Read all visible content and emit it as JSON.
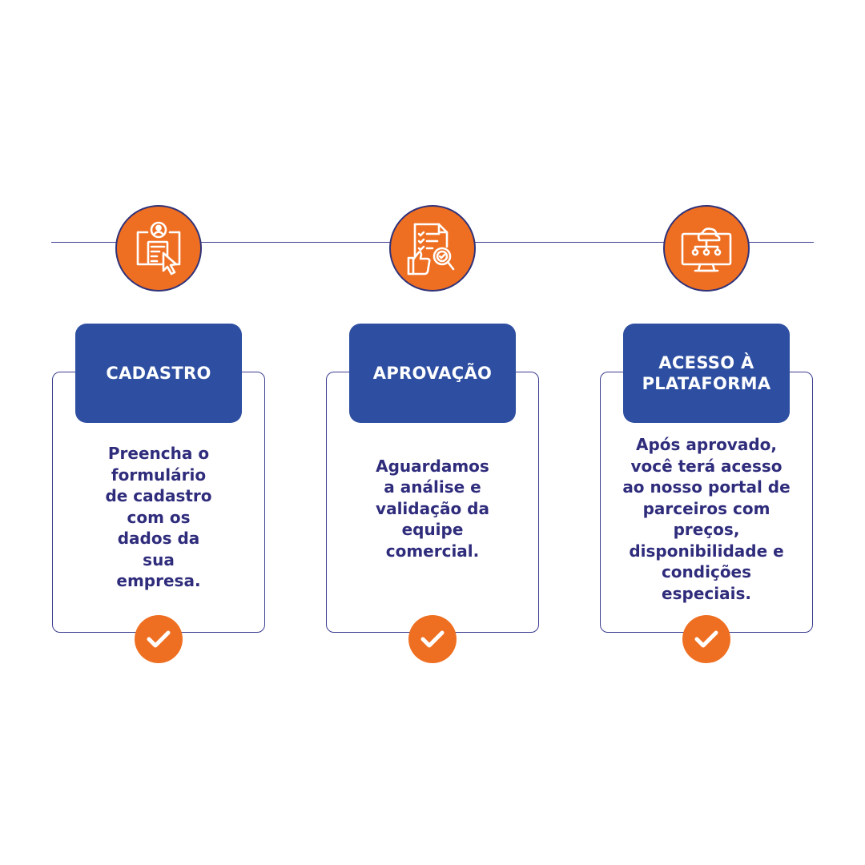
{
  "steps": [
    {
      "title": "CADASTRO",
      "description": "Preencha o\nformulário\nde cadastro\ncom os\ndados da\nsua\nempresa.",
      "icon": "registration-form-icon"
    },
    {
      "title": "APROVAÇÃO",
      "description": "Aguardamos\na análise e\nvalidação da\nequipe\ncomercial.",
      "icon": "document-approval-icon"
    },
    {
      "title": "ACESSO À\nPLATAFORMA",
      "description": "Após aprovado,\nvocê terá acesso\nao nosso portal de\nparceiros com\npreços,\ndisponibilidade e\ncondições\nespeciais.",
      "icon": "cloud-network-monitor-icon"
    }
  ],
  "colors": {
    "accent_orange": "#ef6f22",
    "header_blue": "#2e4fa1",
    "text_navy": "#2f2c7c",
    "line_navy": "#3b3d8f"
  },
  "check_icon": "checkmark-icon"
}
